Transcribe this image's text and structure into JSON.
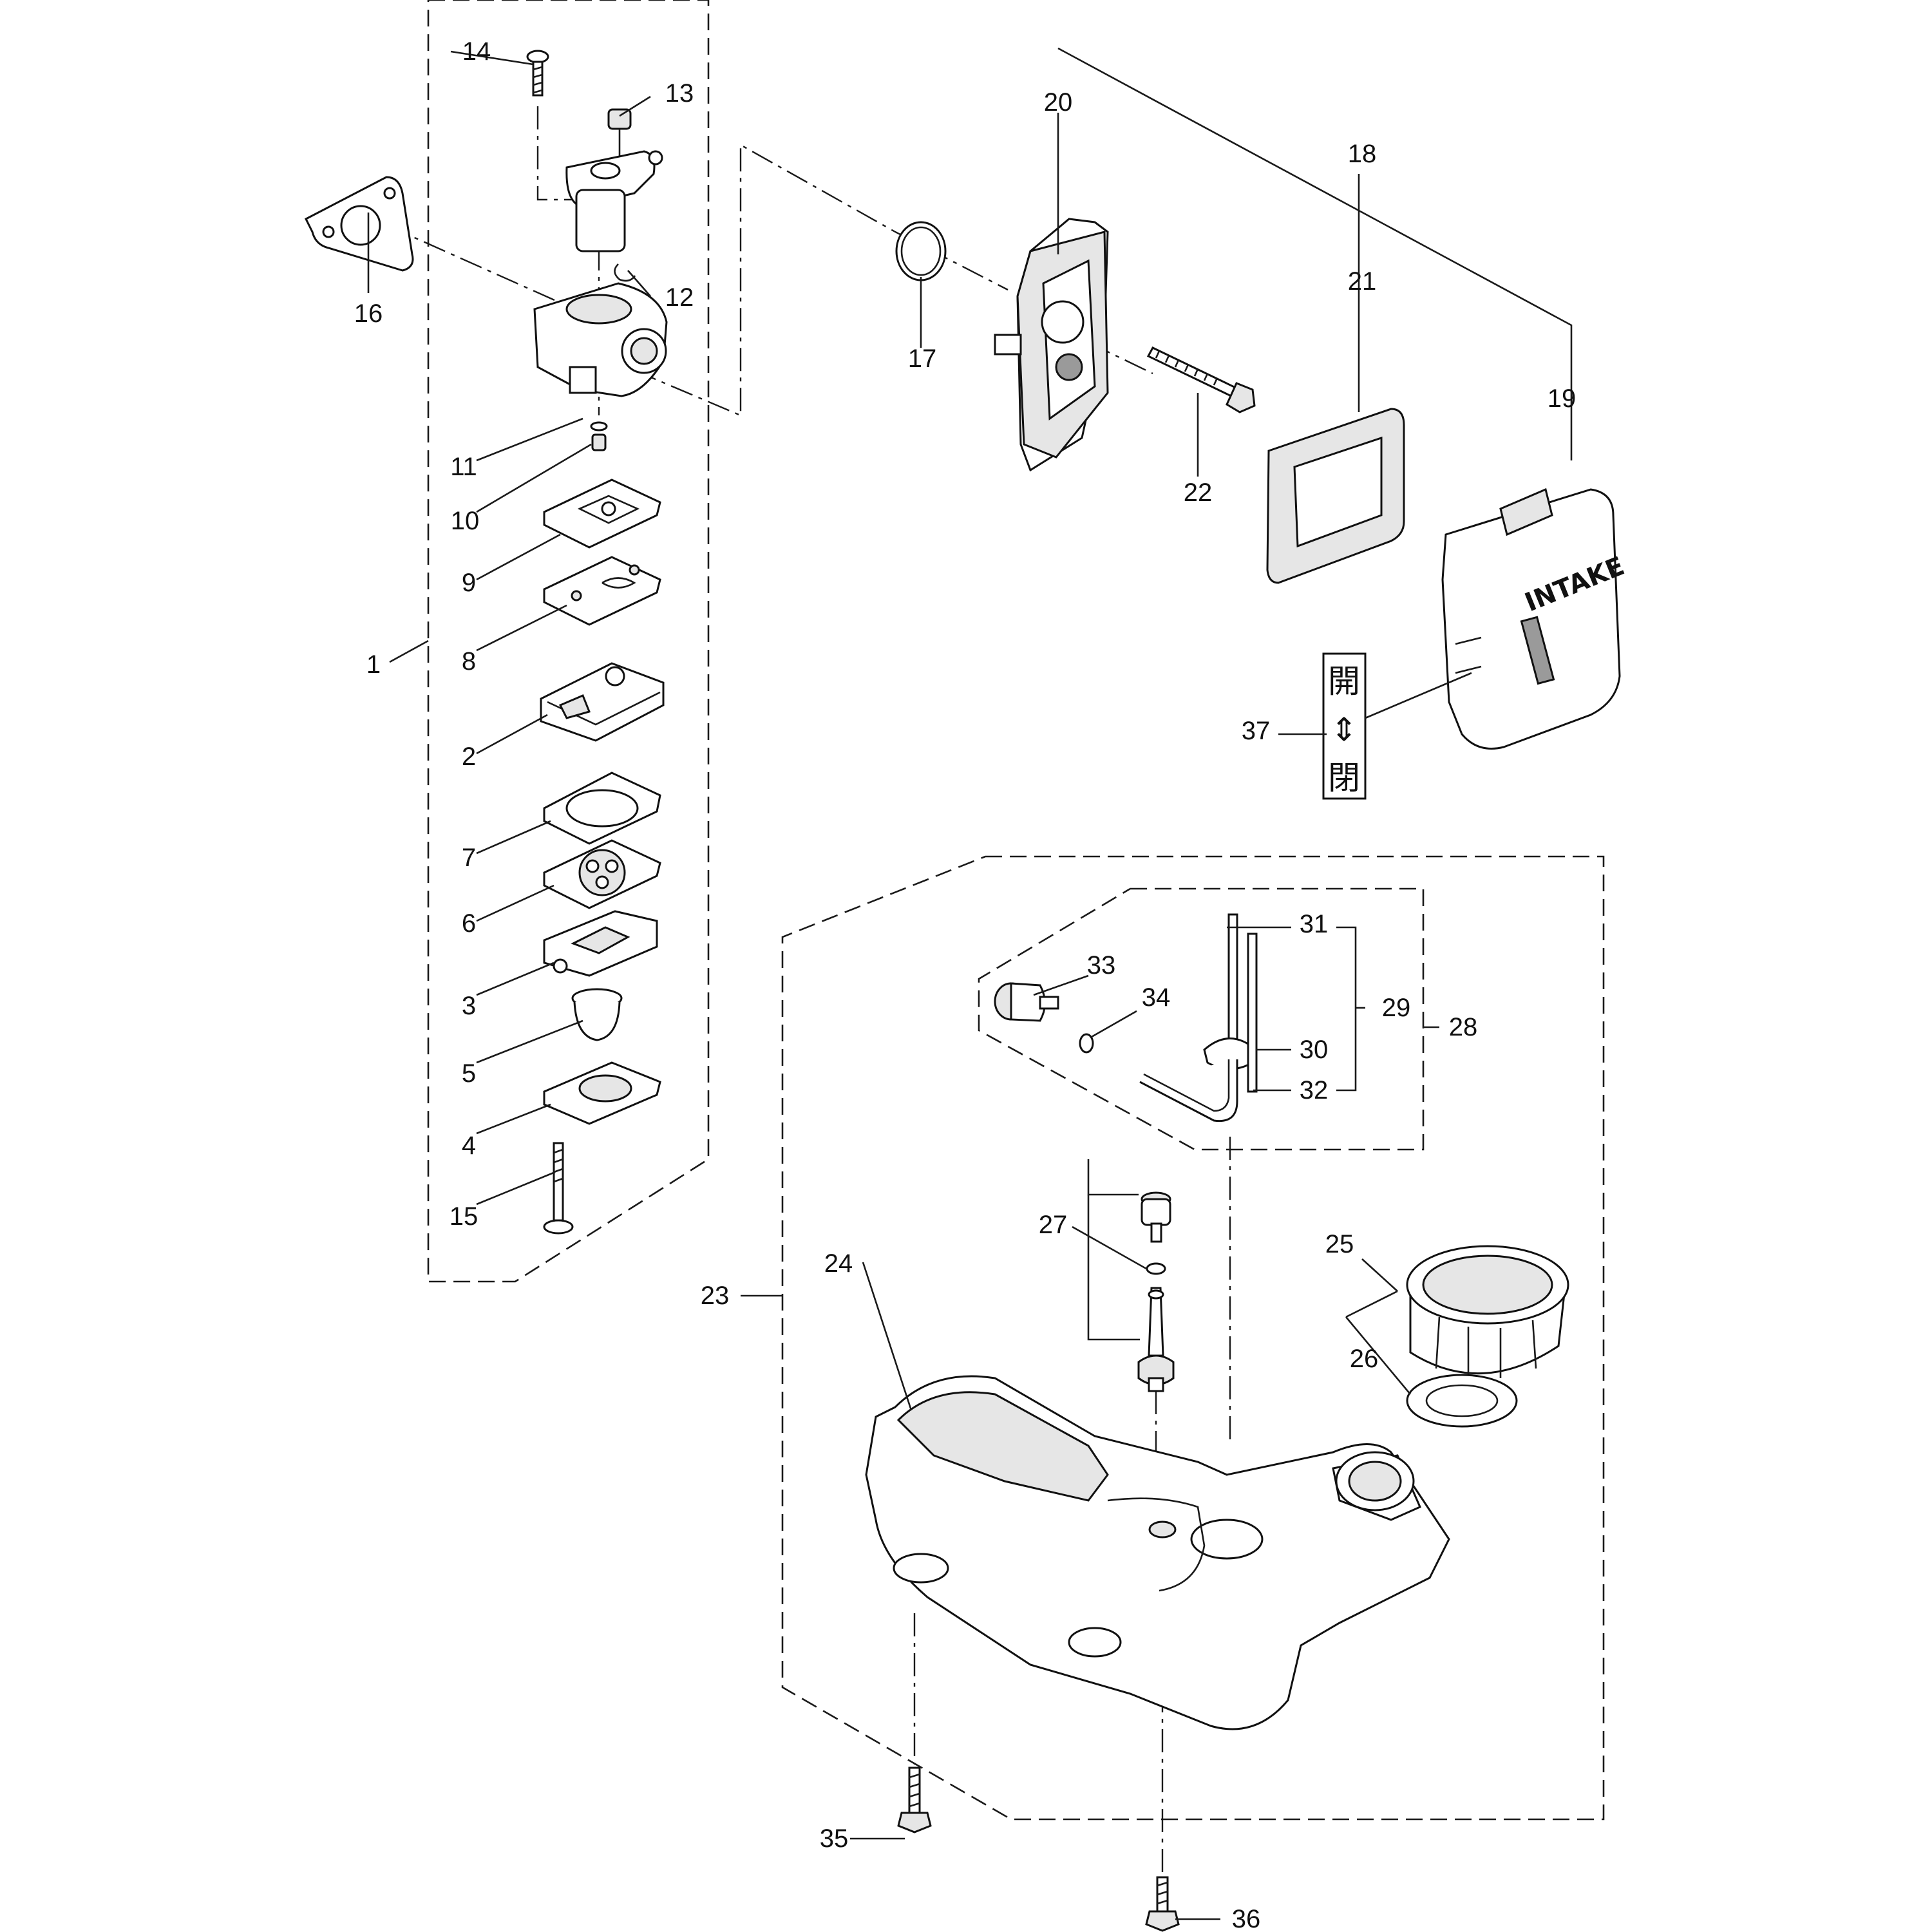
{
  "callouts": {
    "n1": "1",
    "n2": "2",
    "n3": "3",
    "n4": "4",
    "n5": "5",
    "n6": "6",
    "n7": "7",
    "n8": "8",
    "n9": "9",
    "n10": "10",
    "n11": "11",
    "n12": "12",
    "n13": "13",
    "n14": "14",
    "n15": "15",
    "n16": "16",
    "n17": "17",
    "n18": "18",
    "n19": "19",
    "n20": "20",
    "n21": "21",
    "n22": "22",
    "n23": "23",
    "n24": "24",
    "n25": "25",
    "n26": "26",
    "n27": "27",
    "n28": "28",
    "n29": "29",
    "n30": "30",
    "n31": "31",
    "n32": "32",
    "n33": "33",
    "n34": "34",
    "n35": "35",
    "n36": "36",
    "n37": "37"
  },
  "cover_text": "INTAKE",
  "label_37": {
    "open": "開",
    "arrow": "⇕",
    "close": "閉"
  }
}
